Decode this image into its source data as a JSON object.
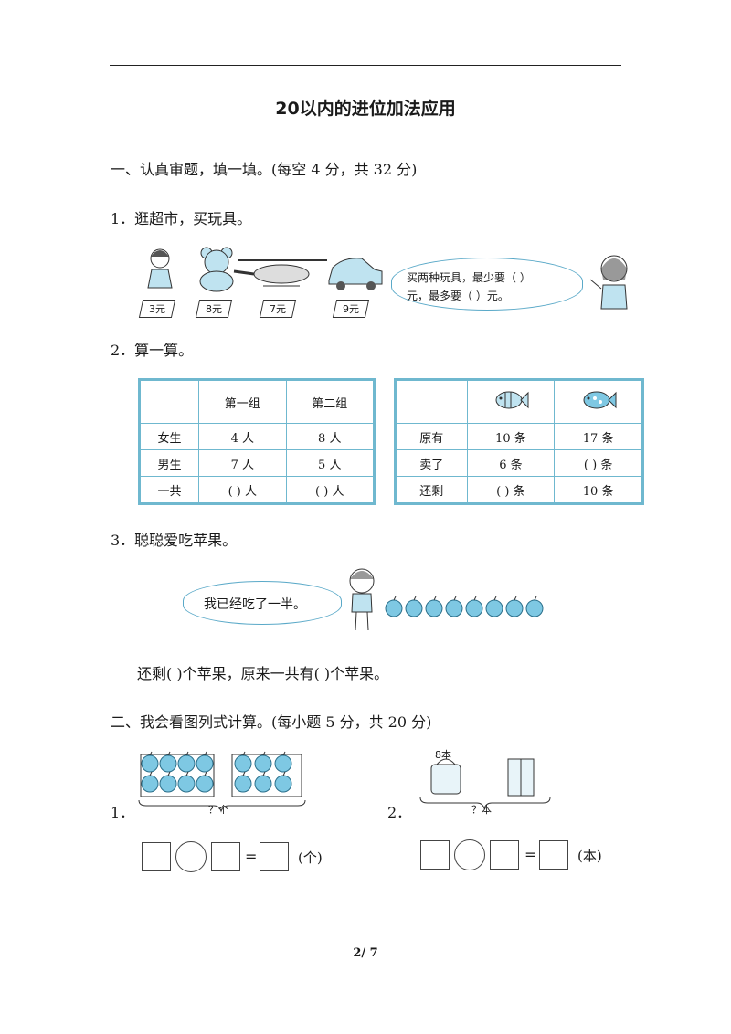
{
  "title": "20以内的进位加法应用",
  "section1": {
    "heading": "一、认真审题，填一填。(每空 4 分，共 32 分)",
    "q1": {
      "label": "1．逛超市，买玩具。",
      "prices": [
        "3元",
        "8元",
        "7元",
        "9元"
      ],
      "toys": [
        "doll-icon",
        "teddy-bear-icon",
        "helicopter-icon",
        "toy-car-icon"
      ],
      "bubble_line1": "买两种玩具，最少要（     ）",
      "bubble_line2": "元，最多要（     ）元。"
    },
    "q2": {
      "label": "2．算一算。",
      "table1": {
        "headers": [
          "",
          "第一组",
          "第二组"
        ],
        "rows": [
          [
            "女生",
            "4 人",
            "8 人"
          ],
          [
            "男生",
            "7 人",
            "5 人"
          ],
          [
            "一共",
            "(     ) 人",
            "(     ) 人"
          ]
        ]
      },
      "table2": {
        "headers": [
          "",
          "fish-striped-icon",
          "fish-spotted-icon"
        ],
        "rows": [
          [
            "原有",
            "10 条",
            "17 条"
          ],
          [
            "卖了",
            "6 条",
            "(     ) 条"
          ],
          [
            "还剩",
            "(     ) 条",
            "10 条"
          ]
        ]
      }
    },
    "q3": {
      "label": "3．聪聪爱吃苹果。",
      "bubble": "我已经吃了一半。",
      "apple_count": 8,
      "question": "还剩(       )个苹果，原来一共有(       )个苹果。"
    }
  },
  "section2": {
    "heading": "二、我会看图列式计算。(每小题 5 分，共 20 分)",
    "p1": {
      "number": "1．",
      "brace_label": "？个",
      "unit": "(个)"
    },
    "p2": {
      "number": "2．",
      "book_label": "8本",
      "brace_label": "？本",
      "unit": "(本)"
    }
  },
  "page_number": "2/ 7",
  "colors": {
    "table_border": "#6fb8cf",
    "apple_fill": "#7ec8e3",
    "bubble_border": "#5aa9c8"
  }
}
